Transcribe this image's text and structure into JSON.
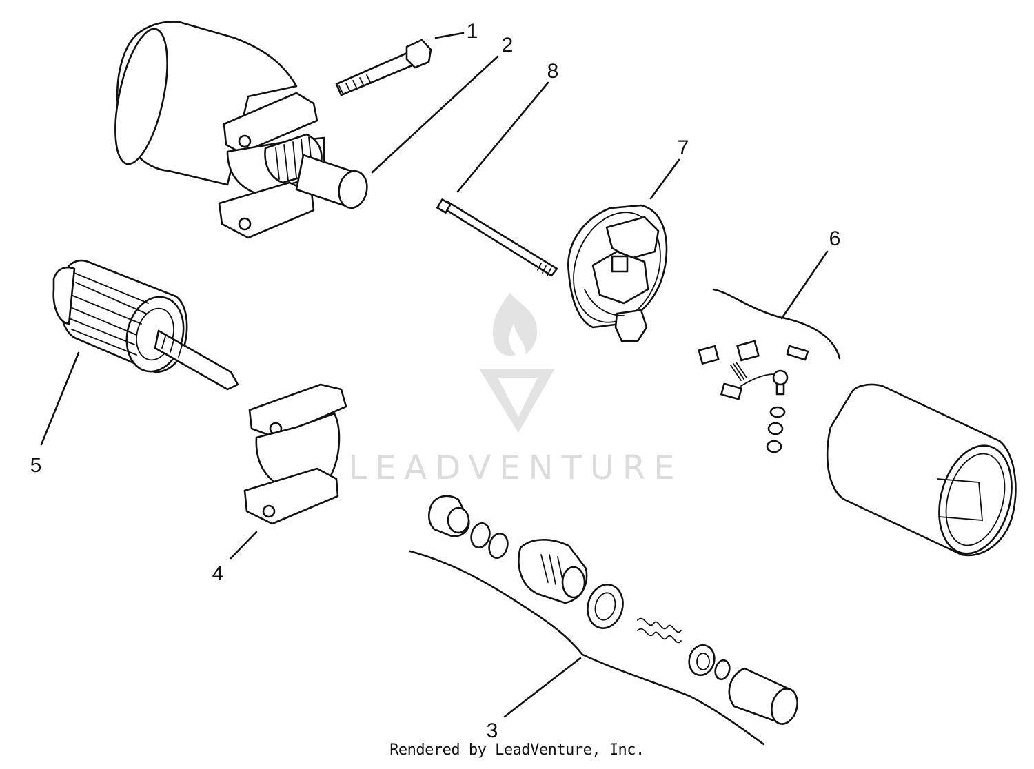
{
  "diagram": {
    "callouts": [
      {
        "label": "1"
      },
      {
        "label": "2"
      },
      {
        "label": "3"
      },
      {
        "label": "4"
      },
      {
        "label": "5"
      },
      {
        "label": "6"
      },
      {
        "label": "7"
      },
      {
        "label": "8"
      }
    ],
    "watermark": "LEADVENTURE",
    "footer_credit": "Rendered by LeadVenture, Inc.",
    "colors": {
      "line": "#111111",
      "background": "#ffffff",
      "watermark": "#d6d6d6"
    }
  }
}
